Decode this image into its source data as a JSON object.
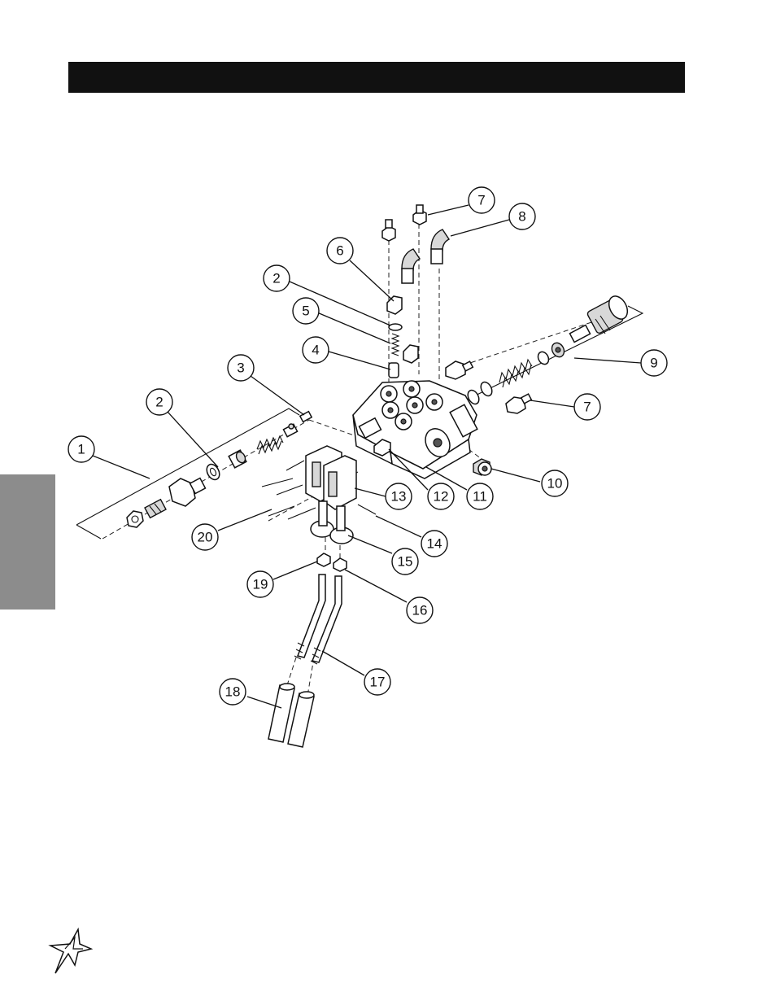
{
  "header": {
    "title": ""
  },
  "callouts": [
    {
      "label": "1"
    },
    {
      "label": "2"
    },
    {
      "label": "2"
    },
    {
      "label": "3"
    },
    {
      "label": "4"
    },
    {
      "label": "5"
    },
    {
      "label": "6"
    },
    {
      "label": "7"
    },
    {
      "label": "7"
    },
    {
      "label": "8"
    },
    {
      "label": "9"
    },
    {
      "label": "10"
    },
    {
      "label": "11"
    },
    {
      "label": "12"
    },
    {
      "label": "13"
    },
    {
      "label": "14"
    },
    {
      "label": "15"
    },
    {
      "label": "16"
    },
    {
      "label": "17"
    },
    {
      "label": "18"
    },
    {
      "label": "19"
    },
    {
      "label": "20"
    }
  ],
  "logo": {
    "icon": "star-logo-icon"
  }
}
